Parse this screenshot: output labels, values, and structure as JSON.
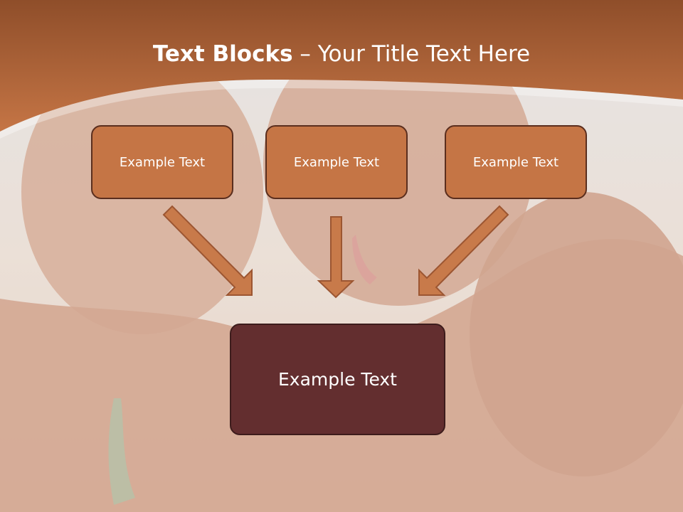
{
  "slide": {
    "title_bold": "Text Blocks",
    "title_dash": " – ",
    "title_rest": "Your Title Text Here"
  },
  "boxes": {
    "top": [
      "Example Text",
      "Example Text",
      "Example Text"
    ],
    "bottom": "Example Text"
  },
  "colors": {
    "header": "#b9693a",
    "box_fill": "#c57545",
    "box_border": "#5a2e1e",
    "bottom_box_fill": "#632e2f",
    "arrow_fill": "#c87a4a"
  }
}
